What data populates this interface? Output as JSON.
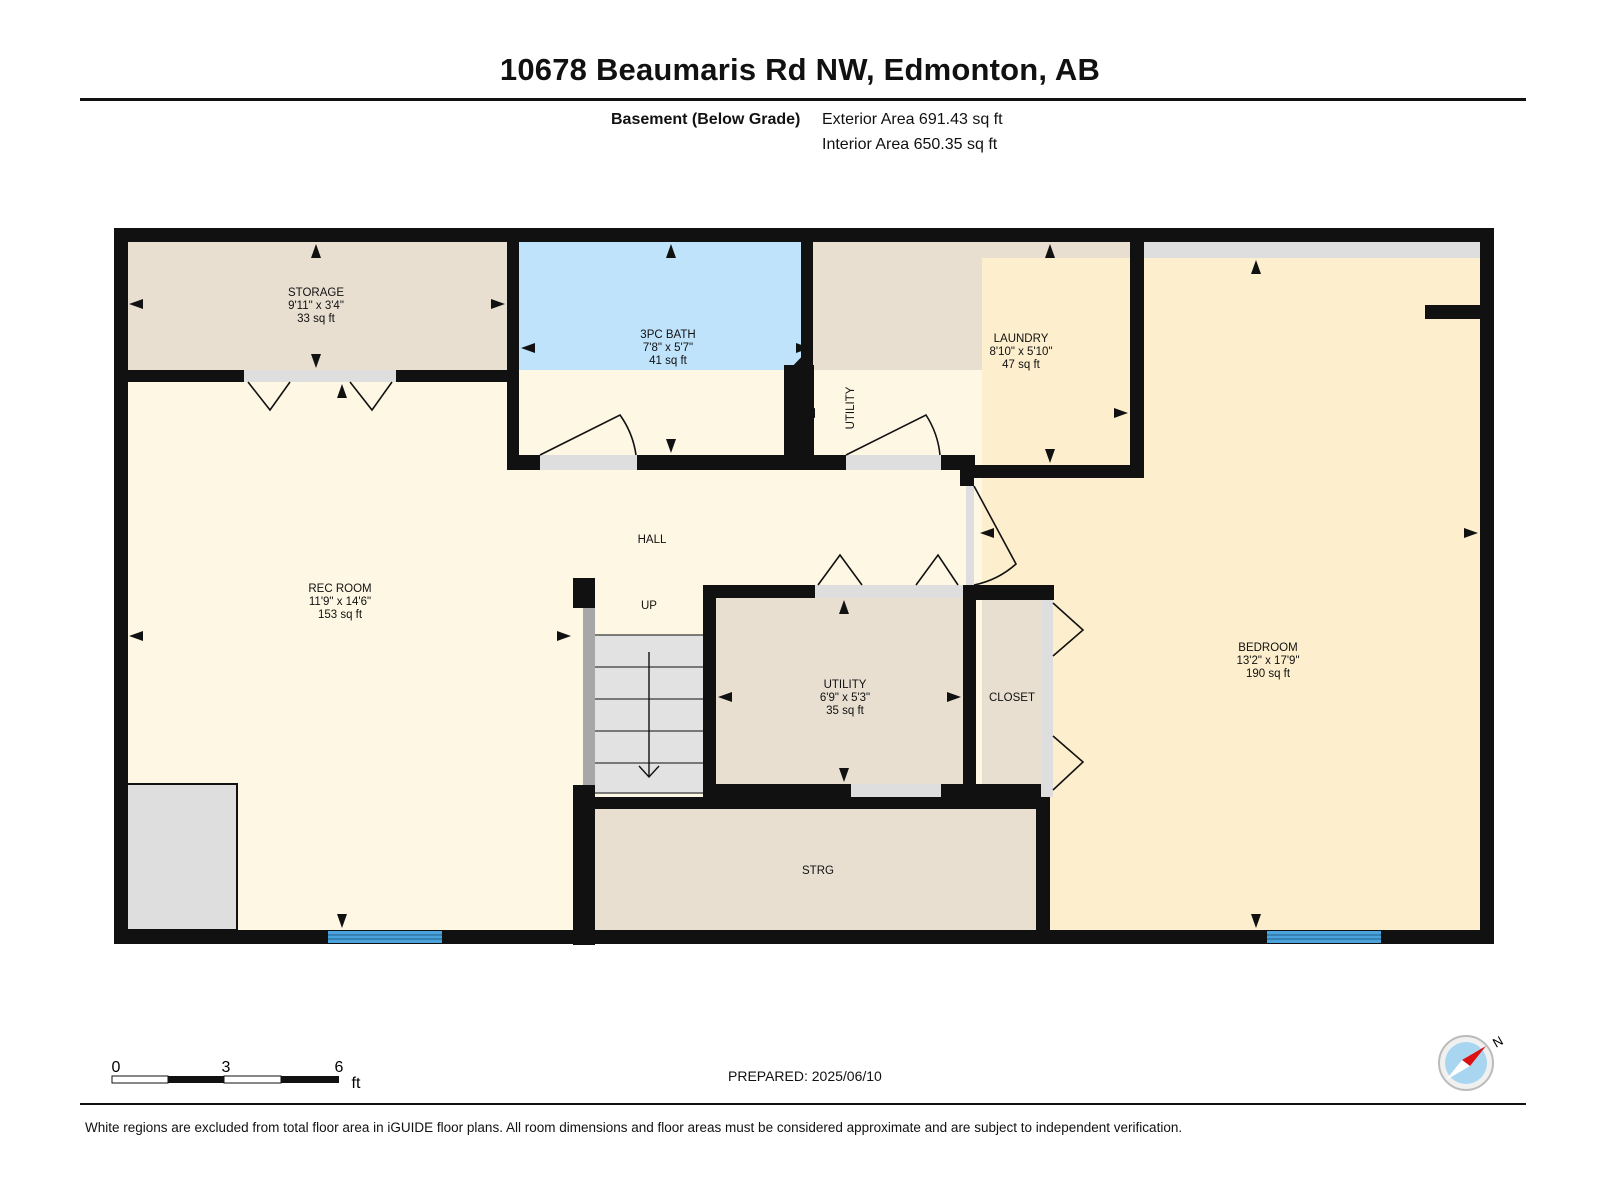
{
  "header": {
    "title": "10678 Beaumaris Rd NW, Edmonton, AB",
    "level_label": "Basement (Below Grade)",
    "exterior_area": "Exterior Area 691.43 sq ft",
    "interior_area": "Interior Area 650.35 sq ft"
  },
  "rooms": {
    "storage": {
      "name": "STORAGE",
      "dims": "9'11\" x 3'4\"",
      "area": "33 sq ft"
    },
    "bath": {
      "name": "3PC BATH",
      "dims": "7'8\" x 5'7\"",
      "area": "41 sq ft"
    },
    "laundry": {
      "name": "LAUNDRY",
      "dims": "8'10\" x 5'10\"",
      "area": "47 sq ft"
    },
    "utility_small": {
      "name": "UTILITY"
    },
    "hall": {
      "name": "HALL"
    },
    "up": {
      "name": "UP"
    },
    "rec_room": {
      "name": "REC ROOM",
      "dims": "11'9\" x 14'6\"",
      "area": "153 sq ft"
    },
    "utility": {
      "name": "UTILITY",
      "dims": "6'9\" x 5'3\"",
      "area": "35 sq ft"
    },
    "closet": {
      "name": "CLOSET"
    },
    "bedroom": {
      "name": "BEDROOM",
      "dims": "13'2\" x 17'9\"",
      "area": "190 sq ft"
    },
    "strg": {
      "name": "STRG"
    }
  },
  "colors": {
    "wall": "#111111",
    "storage_fill": "#e8dfd1",
    "bath_fill": "#bfe3fb",
    "rec_fill": "#fdf7e4",
    "bedroom_fill": "#fdefcd",
    "excluded_fill": "#dedede",
    "window": "#4aa3dc"
  },
  "scale": {
    "labels": [
      "0",
      "3",
      "6"
    ],
    "unit": "ft"
  },
  "prepared": "PREPARED: 2025/06/10",
  "compass": {
    "label": "N"
  },
  "footer": "White regions are excluded from total floor area in iGUIDE floor plans. All room dimensions and floor areas must be considered approximate and are subject to independent verification."
}
